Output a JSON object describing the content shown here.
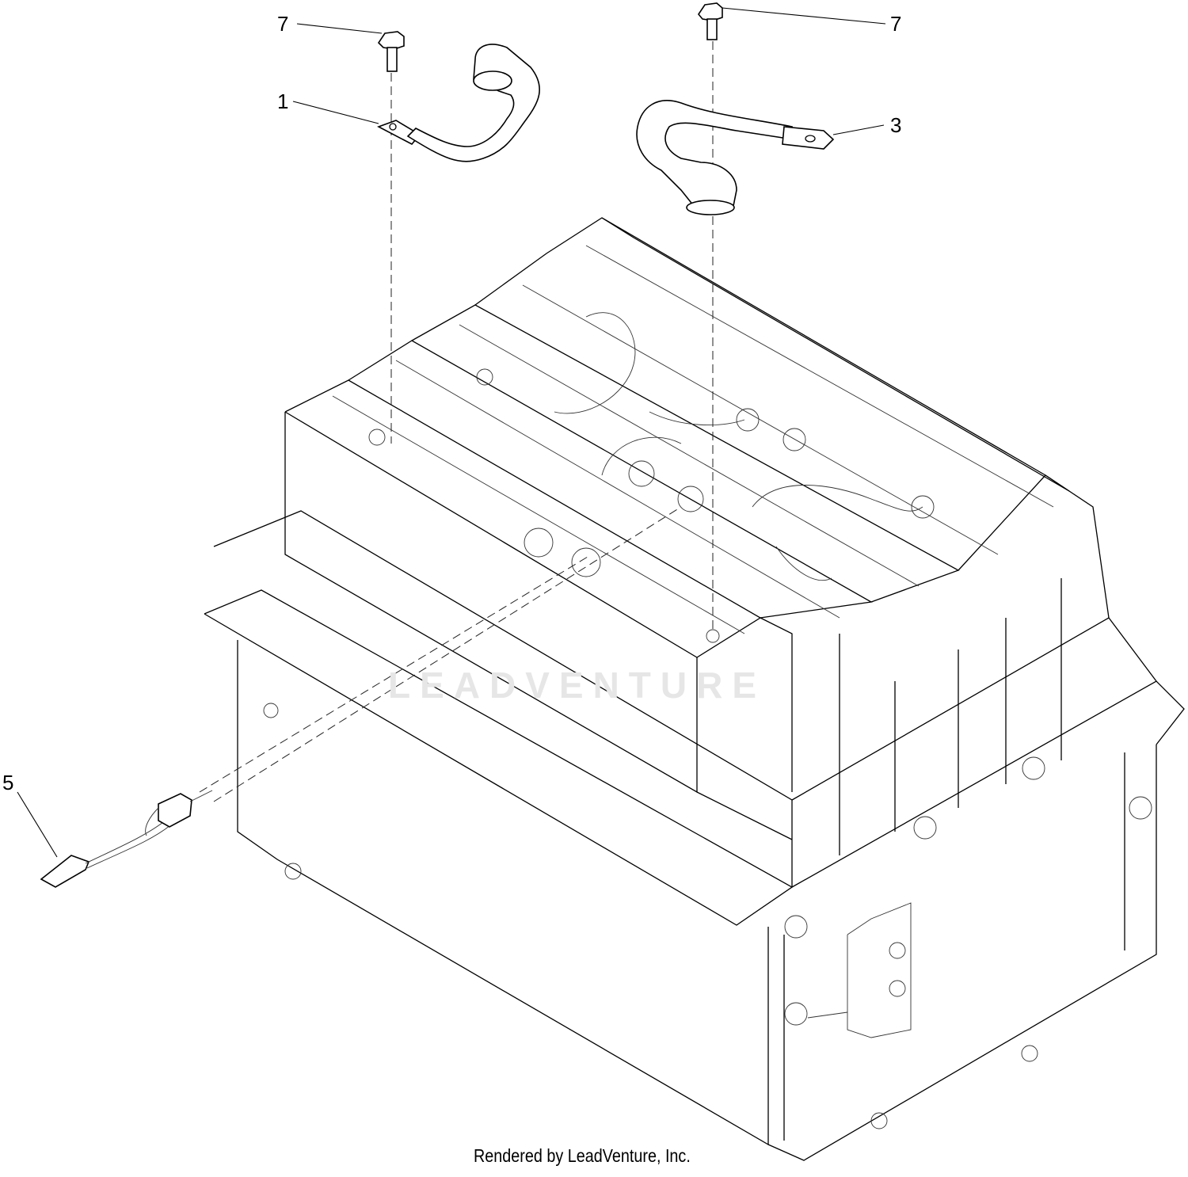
{
  "callouts": {
    "c7_left": "7",
    "c1": "1",
    "c7_right": "7",
    "c3": "3",
    "c5": "5"
  },
  "watermark": "LEADVENTURE",
  "footer": "Rendered by LeadVenture, Inc."
}
